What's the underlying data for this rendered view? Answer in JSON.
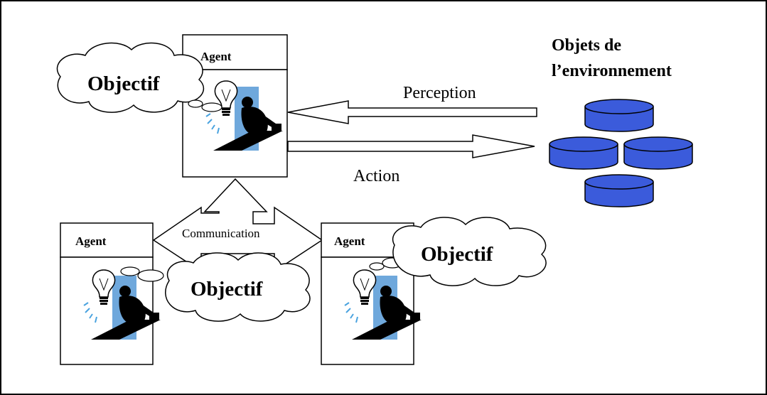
{
  "diagram": {
    "title_lines": [
      "Objets de",
      "l’environnement"
    ],
    "agents": [
      {
        "label": "Agent",
        "goal": "Objectif"
      },
      {
        "label": "Agent",
        "goal": "Objectif"
      },
      {
        "label": "Agent",
        "goal": "Objectif"
      }
    ],
    "perception_label": "Perception",
    "action_label": "Action",
    "communication_label": "Communication"
  },
  "colors": {
    "ink": "#000000",
    "figure_blue": "#6fa8dc",
    "accent_blue": "#4aa3df",
    "cylinder_blue": "#3b5bdb",
    "background": "#ffffff"
  },
  "icons": [
    "lightbulb-businessman-icon",
    "cylinder-icon"
  ]
}
